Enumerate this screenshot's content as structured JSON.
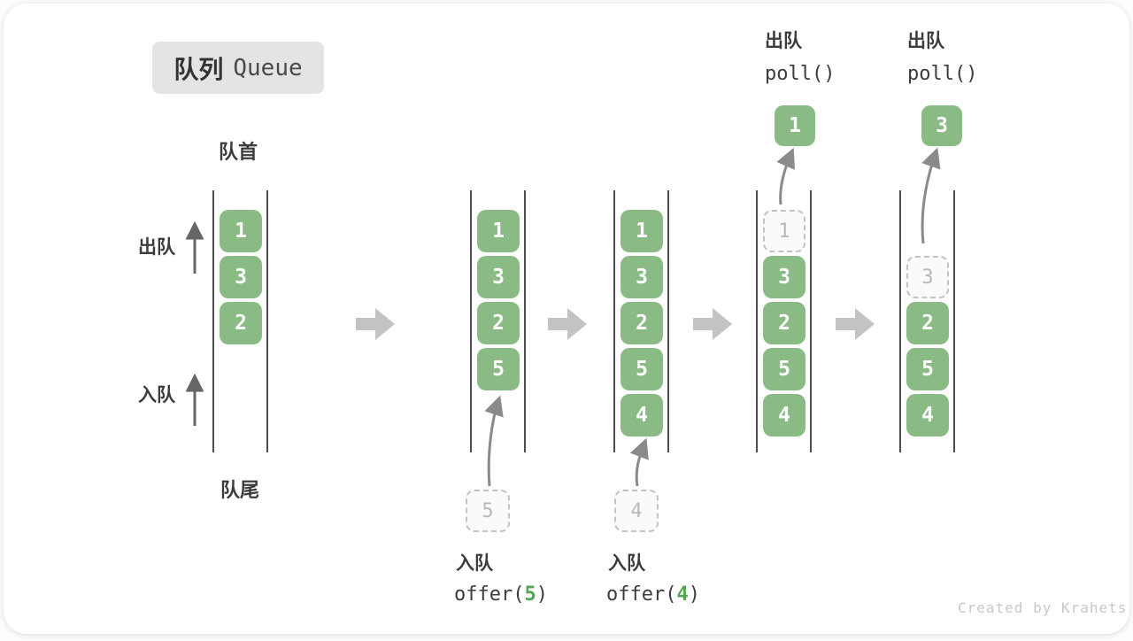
{
  "title": {
    "zh": "队列",
    "en": "Queue"
  },
  "side_labels": {
    "front": "队首",
    "rear": "队尾",
    "dequeue": "出队",
    "enqueue": "入队"
  },
  "ops": {
    "enq5": {
      "action": "入队",
      "pre": "offer(",
      "arg": "5",
      "post": ")"
    },
    "enq4": {
      "action": "入队",
      "pre": "offer(",
      "arg": "4",
      "post": ")"
    },
    "deq1": {
      "action": "出队",
      "call": "poll()"
    },
    "deq2": {
      "action": "出队",
      "call": "poll()"
    }
  },
  "states": [
    {
      "boxes": [
        {
          "value": "1"
        },
        {
          "value": "3"
        },
        {
          "value": "2"
        }
      ]
    },
    {
      "boxes": [
        {
          "value": "1"
        },
        {
          "value": "3"
        },
        {
          "value": "2"
        },
        {
          "value": "5"
        }
      ],
      "pending": "5"
    },
    {
      "boxes": [
        {
          "value": "1"
        },
        {
          "value": "3"
        },
        {
          "value": "2"
        },
        {
          "value": "5"
        },
        {
          "value": "4"
        }
      ],
      "pending": "4"
    },
    {
      "removed": "1",
      "boxes": [
        {
          "value": "3"
        },
        {
          "value": "2"
        },
        {
          "value": "5"
        },
        {
          "value": "4"
        }
      ],
      "polled": "1"
    },
    {
      "removed": "3",
      "boxes": [
        {
          "value": "2"
        },
        {
          "value": "5"
        },
        {
          "value": "4"
        }
      ],
      "polled": "3"
    }
  ],
  "watermark": "Created by Krahets",
  "colors": {
    "item_green": "#8bbb85",
    "code_arg_green": "#55a455",
    "flow_arrow_gray": "#c3c3c3",
    "guide_arrow_gray": "#8a8a8a",
    "badge_bg": "#e4e4e4"
  }
}
